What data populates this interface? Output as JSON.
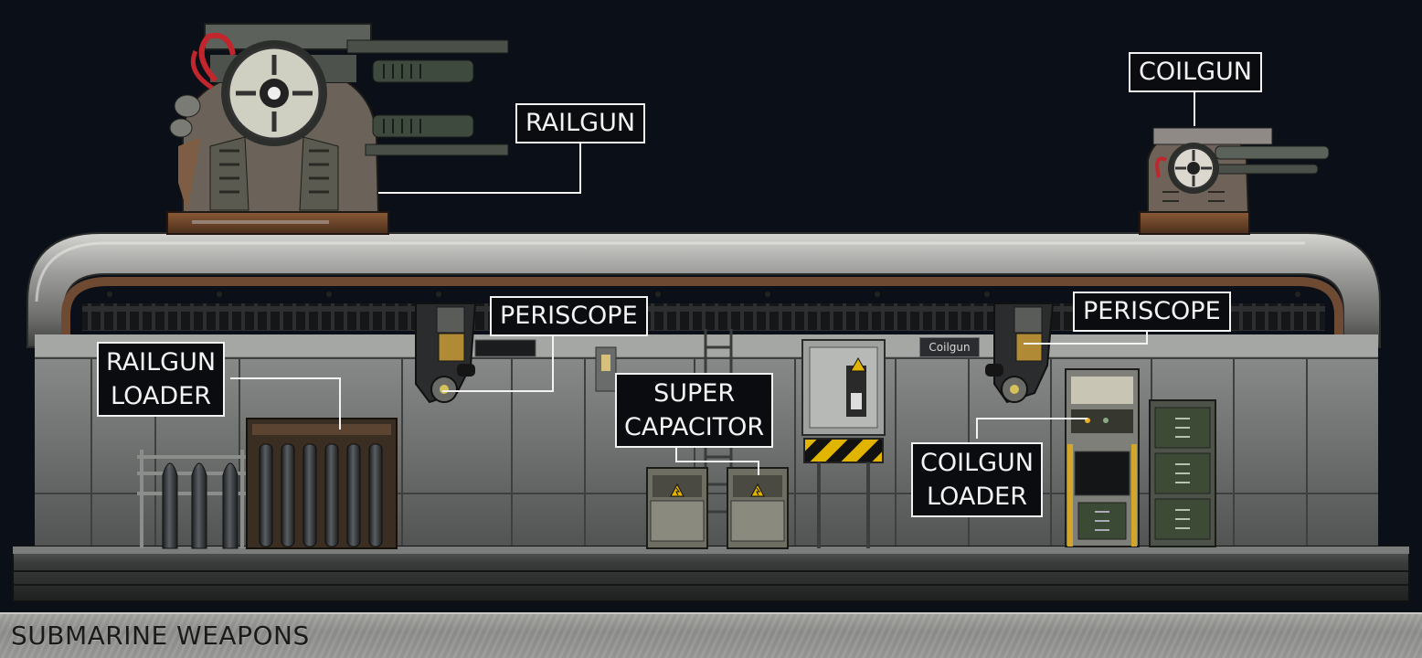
{
  "labels": {
    "railgun": "RAILGUN",
    "coilgun": "COILGUN",
    "periscope_left": "PERISCOPE",
    "periscope_right": "PERISCOPE",
    "railgun_loader_line1": "RAILGUN",
    "railgun_loader_line2": "LOADER",
    "super_capacitor_line1": "SUPER",
    "super_capacitor_line2": "CAPACITOR",
    "coilgun_loader_line1": "COILGUN",
    "coilgun_loader_line2": "LOADER"
  },
  "room_sign": "Coilgun",
  "footer": {
    "title": "SUBMARINE WEAPONS"
  },
  "colors": {
    "background": "#0b0f17",
    "label_border": "#f2f2f2",
    "label_fill": "#0a0c10",
    "hazard_yellow": "#e1b400",
    "rust": "#7a4a2a",
    "cable_red": "#c0262b"
  },
  "icons": [
    "electric-hazard-icon"
  ]
}
